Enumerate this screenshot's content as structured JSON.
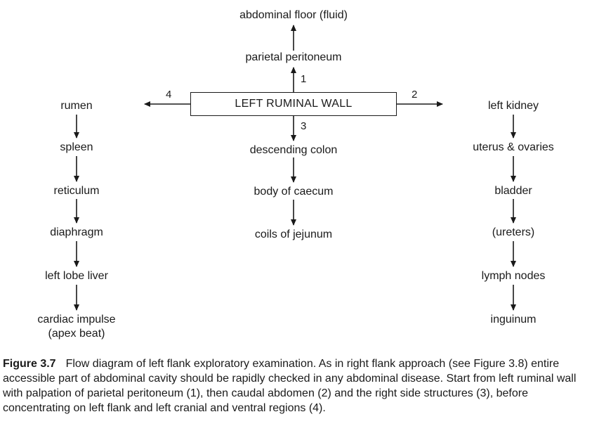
{
  "center_box": "LEFT RUMINAL WALL",
  "up": {
    "num": "1",
    "items": [
      "parietal peritoneum",
      "abdominal floor (fluid)"
    ]
  },
  "right": {
    "num": "2",
    "items": [
      "left kidney",
      "uterus & ovaries",
      "bladder",
      "(ureters)",
      "lymph nodes",
      "inguinum"
    ]
  },
  "down": {
    "num": "3",
    "items": [
      "descending colon",
      "body of caecum",
      "coils of jejunum"
    ]
  },
  "left": {
    "num": "4",
    "items": [
      "rumen",
      "spleen",
      "reticulum",
      "diaphragm",
      "left lobe liver"
    ],
    "last_line1": "cardiac impulse",
    "last_line2": "(apex beat)"
  },
  "caption": {
    "label": "Figure 3.7",
    "text": "Flow diagram of left flank exploratory examination. As in right flank approach (see Figure 3.8) entire accessible part of abdominal cavity should be rapidly checked in any abdominal disease. Start from left ruminal wall with palpation of parietal peritoneum (1), then caudal abdomen (2) and the right side structures (3), before concentrating on left flank and left cranial and ventral regions (4)."
  }
}
